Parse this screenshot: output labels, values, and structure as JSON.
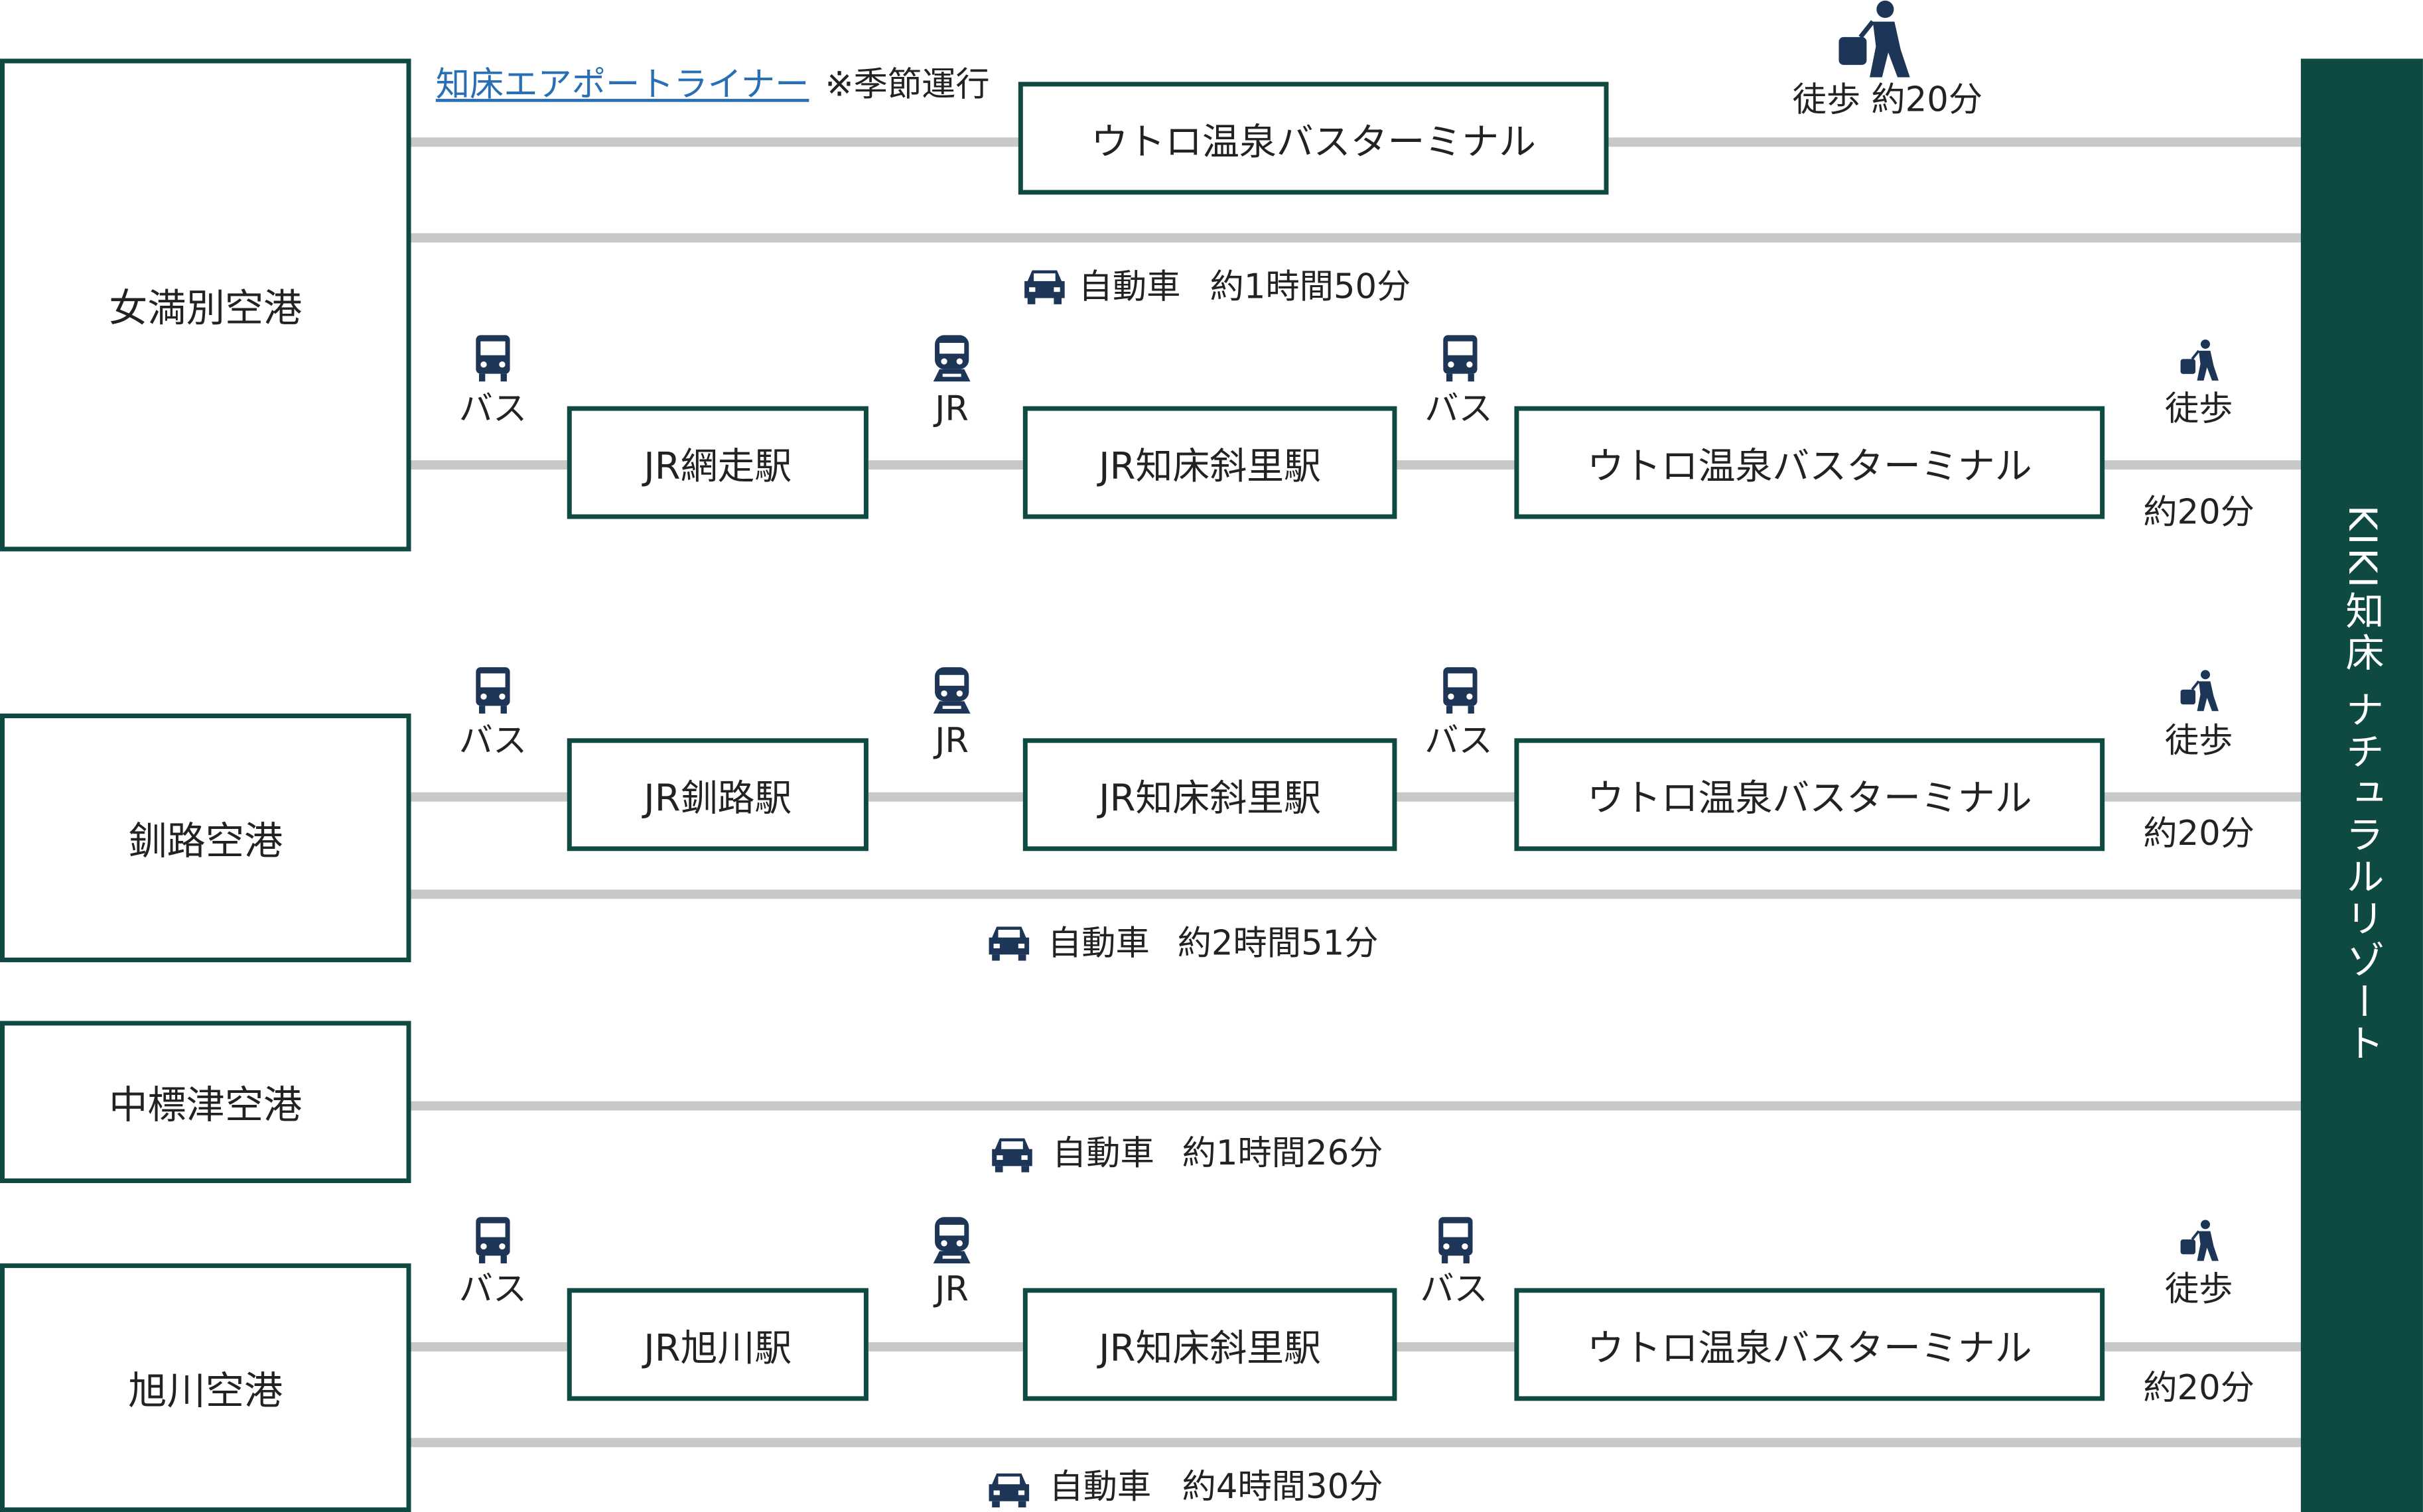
{
  "airports": {
    "memanbetsu": "女満別空港",
    "kushiro": "釧路空港",
    "nakashibetsu": "中標津空港",
    "asahikawa": "旭川空港"
  },
  "destination": "KIKI知床 ナチュラルリゾート",
  "stations": {
    "abashiri": "JR網走駅",
    "kushiro": "JR釧路駅",
    "asahikawa": "JR旭川駅",
    "shiretoko_shari": "JR知床斜里駅",
    "utoro": "ウトロ温泉バスターミナル"
  },
  "modes": {
    "bus": "バス",
    "jr": "JR",
    "walk": "徒歩",
    "car": "自動車"
  },
  "airport_liner": {
    "link_text": "知床エアポートライナー",
    "note": "※季節運行"
  },
  "times": {
    "walk_top": "徒歩  約20分",
    "walk": "約20分",
    "car_memanbetsu": "約1時間50分",
    "car_kushiro": "約2時間51分",
    "car_nakashibetsu": "約1時間26分",
    "car_asahikawa": "約4時間30分"
  },
  "colors": {
    "dark_green": "#0f4a42",
    "line_gray": "#c8c8c8",
    "icon_navy": "#1d3557",
    "link_blue": "#2a6fb5"
  }
}
